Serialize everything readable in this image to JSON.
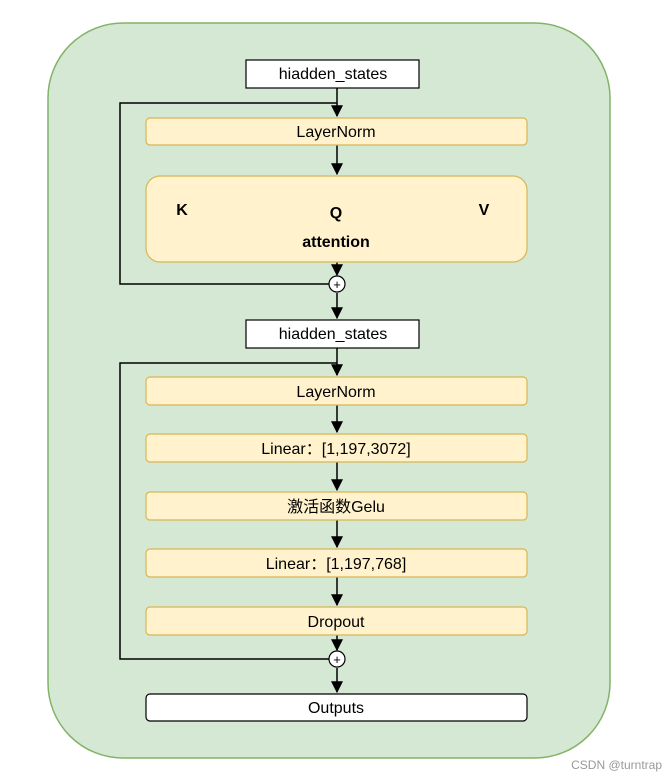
{
  "colors": {
    "container_fill": "#d5e8d4",
    "container_stroke": "#82b366",
    "block_fill": "#fff2cc",
    "block_stroke": "#d6b656",
    "white_fill": "#ffffff",
    "line": "#000000"
  },
  "blocks": {
    "hidden_states_1": "hiadden_states",
    "layernorm_1": "LayerNorm",
    "attention": {
      "k_label": "K",
      "q_label": "Q",
      "v_label": "V",
      "title": "attention"
    },
    "plus_symbol": "+",
    "hidden_states_2": "hiadden_states",
    "layernorm_2": "LayerNorm",
    "linear_1": "Linear：[1,197,3072]",
    "activation": "激活函数Gelu",
    "linear_2": "Linear：[1,197,768]",
    "dropout": "Dropout",
    "outputs": "Outputs"
  },
  "watermark": "CSDN @turntrap"
}
